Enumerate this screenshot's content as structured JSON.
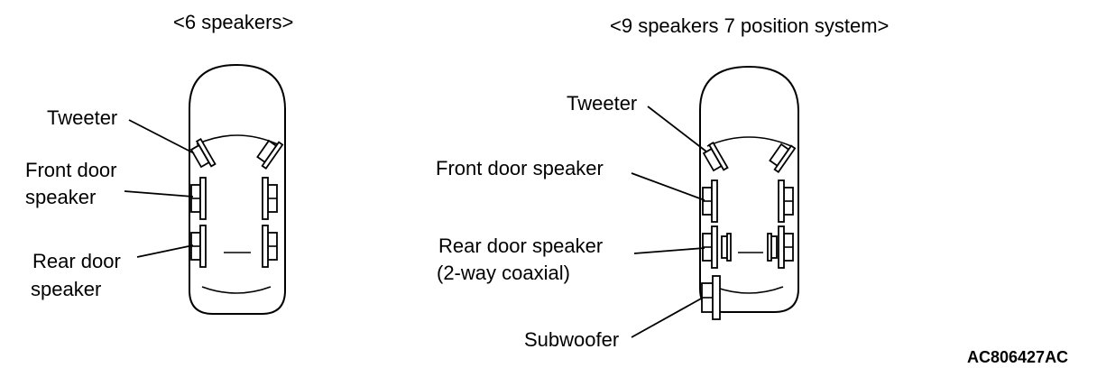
{
  "left_panel": {
    "title": "<6 speakers>",
    "labels": {
      "tweeter": "Tweeter",
      "front_door_line1": "Front door",
      "front_door_line2": "speaker",
      "rear_door_line1": "Rear door",
      "rear_door_line2": "speaker"
    }
  },
  "right_panel": {
    "title": "<9 speakers 7 position system>",
    "labels": {
      "tweeter": "Tweeter",
      "front_door": "Front door speaker",
      "rear_door_line1": "Rear door speaker",
      "rear_door_line2": "(2-way coaxial)",
      "subwoofer": "Subwoofer"
    }
  },
  "figure_code": "AC806427AC"
}
